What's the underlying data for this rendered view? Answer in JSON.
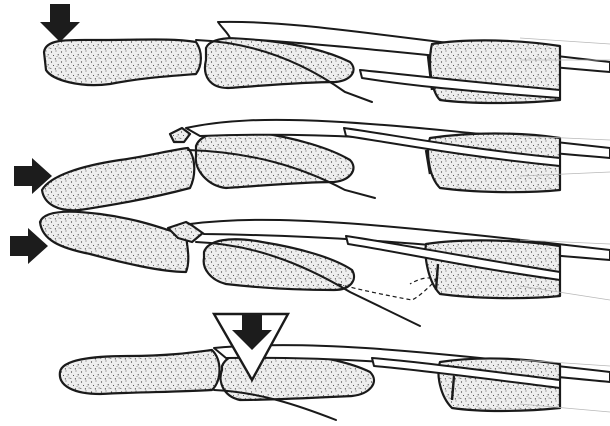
{
  "figure": {
    "panel_count": 4,
    "ink_color": "#1a1a1a",
    "bone_fill_color": "#eeeeee",
    "background_color": "#ffffff",
    "panels": [
      {
        "arrow_direction": "down"
      },
      {
        "arrow_direction": "right"
      },
      {
        "arrow_direction": "right"
      },
      {
        "arrow_direction": "down",
        "wedge_icon": "v-wedge-icon"
      }
    ]
  }
}
